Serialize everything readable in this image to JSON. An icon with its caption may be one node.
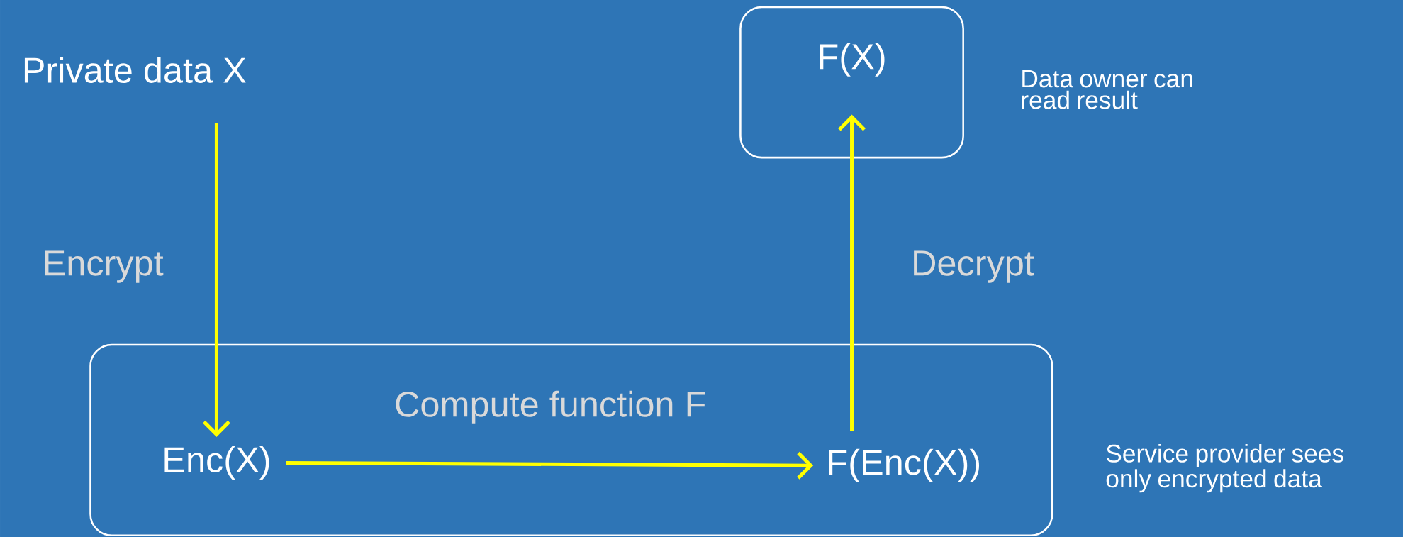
{
  "diagram": {
    "nodes": [
      {
        "text": [
          "Private data X"
        ]
      },
      {
        "text": [
          "F(X)"
        ],
        "beside": [
          "Data owner can read result"
        ]
      },
      {
        "text": [],
        "shape": "box",
        "beside": [
          "Service provider sees only encrypted data"
        ]
      },
      {
        "text": [
          "Enc(X)"
        ],
        "in": 2
      },
      {
        "text": [
          "F(Enc(X))"
        ],
        "in": 2
      }
    ],
    "edges": [
      {
        "from": 0,
        "to": 3,
        "arrow": "to",
        "label": "Encrypt"
      },
      {
        "from": 3,
        "to": 4,
        "arrow": "to",
        "label": "Compute function F"
      },
      {
        "from": 4,
        "to": 1,
        "arrow": "to",
        "label": "Decrypt"
      }
    ]
  }
}
